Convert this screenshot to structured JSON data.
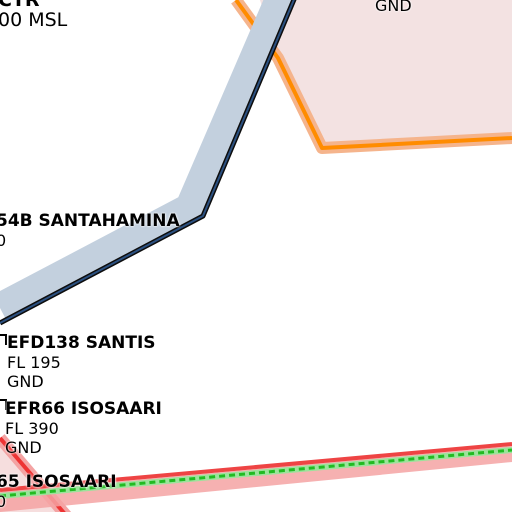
{
  "map": {
    "colors": {
      "background": "#ffffff",
      "danger_fill": "#f3e2e2",
      "danger_edge": "#ff8c00",
      "corridor_fill": "#c3d0de",
      "corridor_edge": "#1a3a5c",
      "restricted_red": "#ee3333",
      "restricted_pink": "#f4a3a3",
      "dashed_green": "#22cc22"
    },
    "ctr_label": {
      "name": "CTR",
      "limit": "00 MSL"
    },
    "gnd_top": "GND",
    "santahamina": {
      "name": "54B SANTAHAMINA",
      "lower": "0"
    },
    "santis": {
      "name": "EFD138 SANTIS",
      "upper": "FL 195",
      "lower": "GND"
    },
    "isosaari_r": {
      "name": "EFR66 ISOSAARI",
      "upper": "FL 390",
      "lower": "GND"
    },
    "isosaari_b": {
      "name": "65 ISOSAARI",
      "lower": "0"
    }
  }
}
